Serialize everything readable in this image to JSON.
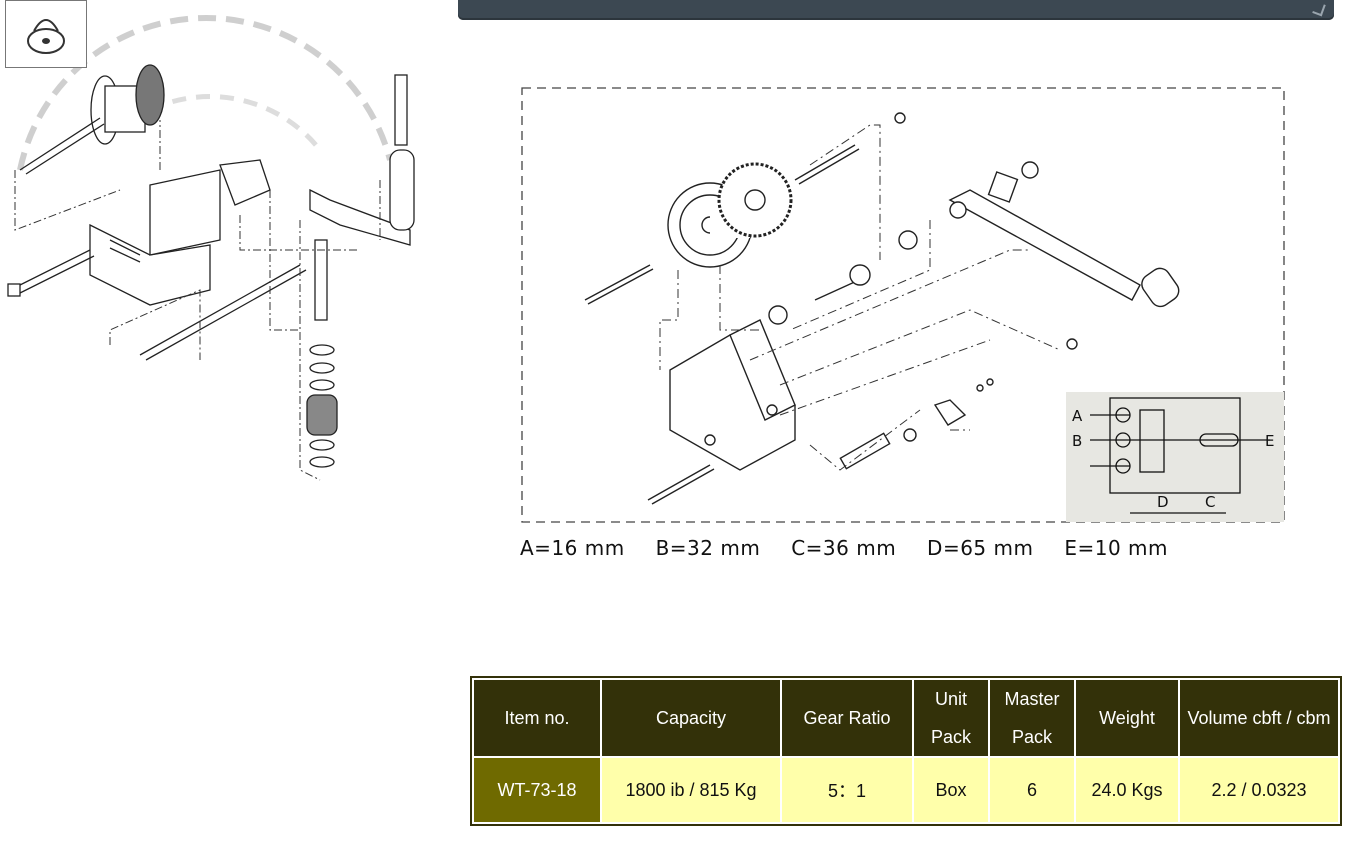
{
  "dimensions": [
    {
      "label": "A=16 mm"
    },
    {
      "label": "B=32 mm"
    },
    {
      "label": "C=36 mm"
    },
    {
      "label": "D=65 mm"
    },
    {
      "label": "E=10 mm"
    }
  ],
  "inset_labels": {
    "a": "A",
    "b": "B",
    "c": "C",
    "d": "D",
    "e": "E"
  },
  "table": {
    "headers": [
      "Item no.",
      "Capacity",
      "Gear Ratio",
      "Unit Pack",
      "Master Pack",
      "Weight",
      "Volume cbft / cbm"
    ],
    "row": [
      "WT-73-18",
      "1800 ib / 815 Kg",
      "5：1",
      "Box",
      "6",
      "24.0 Kgs",
      "2.2 / 0.0323"
    ]
  },
  "colors": {
    "header": "#333109",
    "item_cell": "#6f6a00",
    "cell": "#ffffaa",
    "bar": "#3c4852"
  }
}
